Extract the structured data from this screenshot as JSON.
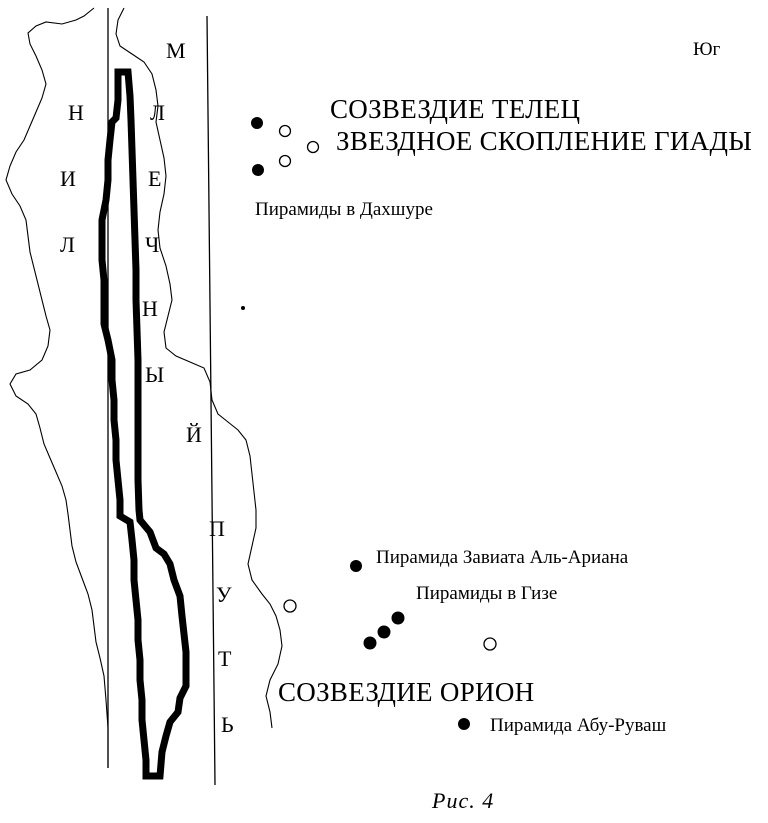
{
  "direction_label": "Юг",
  "milky_way_letters": [
    "М",
    "Л",
    "Е",
    "Ч",
    "Н",
    "Ы",
    "Й",
    "П",
    "У",
    "Т",
    "Ь"
  ],
  "nile_letters": [
    "Н",
    "И",
    "Л"
  ],
  "taurus_title": "СОЗВЕЗДИЕ ТЕЛЕЦ",
  "hyades_title": "ЗВЕЗДНОЕ СКОПЛЕНИЕ ГИАДЫ",
  "dahshur_label": "Пирамиды в Дахшуре",
  "zawiyet_label": "Пирамида Завиата Аль-Ариана",
  "giza_label": "Пирамиды в Гизе",
  "orion_title": "СОЗВЕЗДИЕ ОРИОН",
  "abu_rawash_label": "Пирамида Абу-Руваш",
  "caption": "Рис. 4",
  "colors": {
    "ink": "#000000",
    "paper": "#ffffff"
  }
}
